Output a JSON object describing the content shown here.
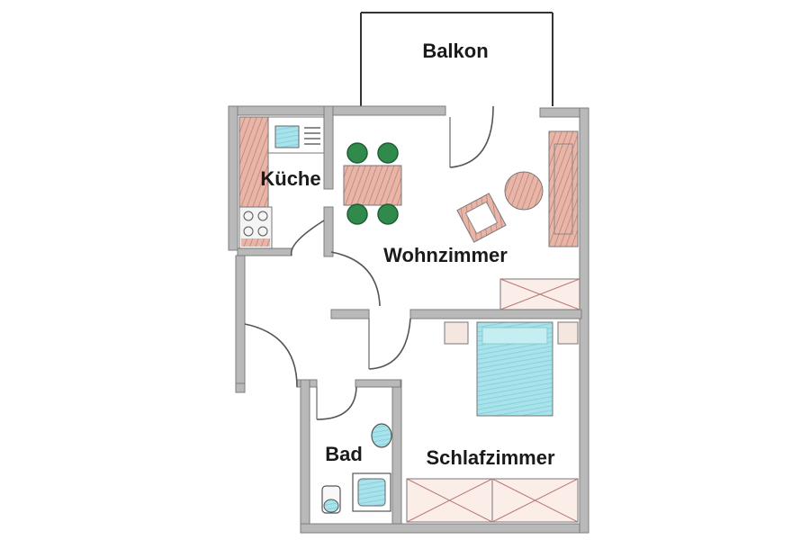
{
  "rooms": {
    "balkon": "Balkon",
    "kueche": "Küche",
    "wohnzimmer": "Wohnzimmer",
    "bad": "Bad",
    "schlafzimmer": "Schlafzimmer"
  },
  "colors": {
    "wall": "#b9b9b9",
    "counter": "#c98b7c",
    "chair": "#2f8a4c",
    "furniture": "#c98b7c",
    "water": "#8fd6e2"
  },
  "icons": [
    "sink-icon",
    "stove-icon",
    "chair-icon",
    "table-icon",
    "sofa-icon",
    "bed-icon",
    "toilet-icon",
    "bathtub-icon",
    "wardrobe-icon"
  ]
}
